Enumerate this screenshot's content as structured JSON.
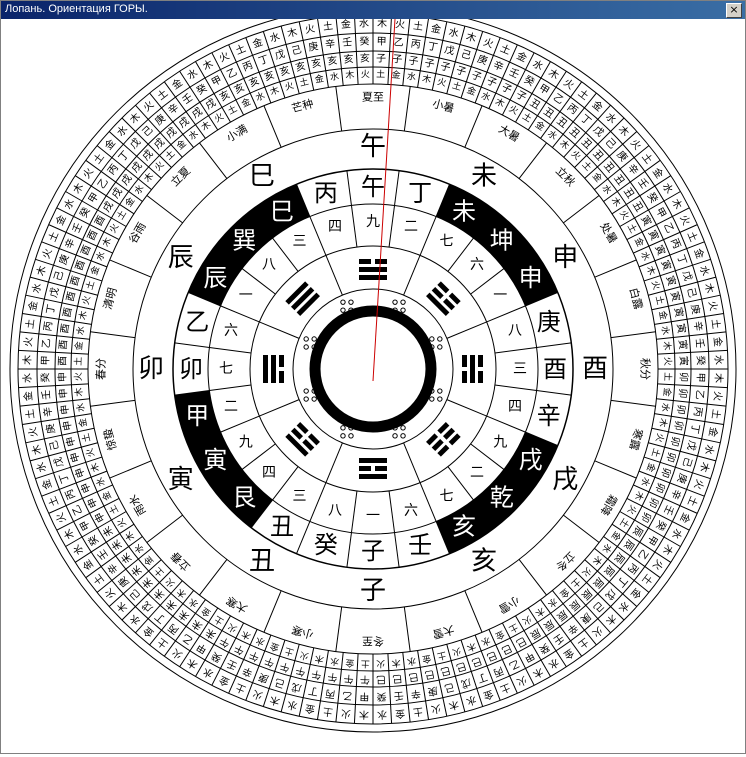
{
  "window": {
    "title": "Лопань. Ориентация ГОРЫ.",
    "close_label": "×"
  },
  "compass": {
    "mountains": [
      "子",
      "癸",
      "丑",
      "艮",
      "寅",
      "甲",
      "卯",
      "乙",
      "辰",
      "巽",
      "巳",
      "丙",
      "午",
      "丁",
      "未",
      "坤",
      "申",
      "庚",
      "酉",
      "辛",
      "戌",
      "乾",
      "亥",
      "壬"
    ],
    "trigram_numbers": [
      "一",
      "八",
      "三",
      "四",
      "九",
      "二",
      "七",
      "六"
    ],
    "outer_branches": [
      "子",
      "丑",
      "寅",
      "卯",
      "辰",
      "巳",
      "午",
      "未",
      "申",
      "酉",
      "戌",
      "亥"
    ],
    "solar_terms": [
      "冬至",
      "小寒",
      "大寒",
      "立春",
      "雨水",
      "惊蛰",
      "春分",
      "清明",
      "谷雨",
      "立夏",
      "小满",
      "芒种",
      "夏至",
      "小暑",
      "大暑",
      "立秋",
      "处暑",
      "白露",
      "秋分",
      "寒露",
      "霜降",
      "立冬",
      "小雪",
      "大雪"
    ],
    "stems": [
      "甲",
      "乙",
      "丙",
      "丁",
      "戊",
      "己",
      "庚",
      "辛",
      "壬",
      "癸"
    ],
    "elements": [
      "木",
      "火",
      "土",
      "金",
      "水"
    ],
    "colors": {
      "ink": "#000000",
      "pointer": "#cc0000",
      "background": "#ffffff"
    }
  }
}
